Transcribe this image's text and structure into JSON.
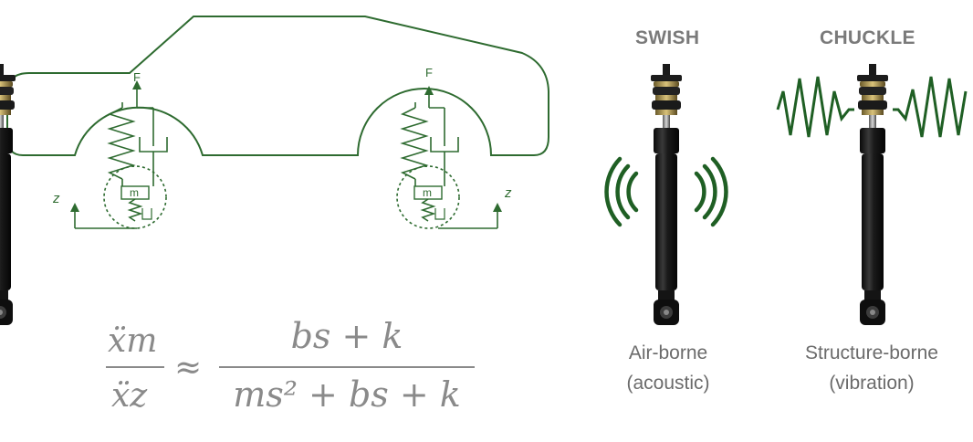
{
  "diagram": {
    "labels": {
      "force": "F",
      "displacement": "z",
      "mass": "m"
    },
    "equation": {
      "lhs_numerator": "ẍm",
      "lhs_denominator": "ẍz",
      "approx": "≈",
      "rhs_numerator": "bs + k",
      "rhs_denominator": "ms² + bs + k"
    }
  },
  "swish": {
    "title": "SWISH",
    "caption_line1": "Air-borne",
    "caption_line2": "(acoustic)"
  },
  "chuckle": {
    "title": "CHUCKLE",
    "caption_line1": "Structure-borne",
    "caption_line2": "(vibration)"
  },
  "colors": {
    "diagram": "#2e6b30",
    "wave": "#1f5f24",
    "text": "#6b6b6b"
  }
}
